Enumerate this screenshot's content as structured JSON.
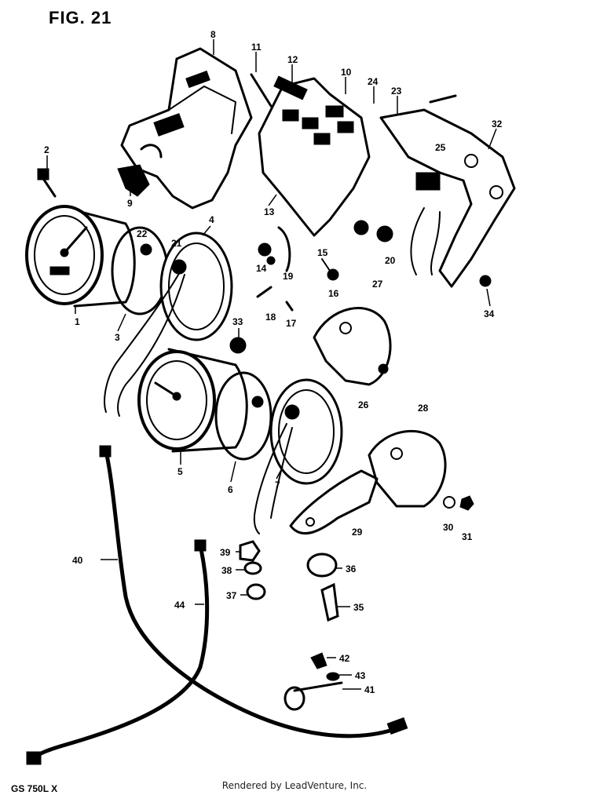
{
  "figure": {
    "title": "FIG. 21",
    "model_code": "GS 750L X",
    "footer": "Rendered by LeadVenture, Inc."
  },
  "callouts": [
    "1",
    "2",
    "3",
    "4",
    "5",
    "6",
    "7",
    "8",
    "9",
    "10",
    "11",
    "12",
    "13",
    "14",
    "15",
    "16",
    "17",
    "18",
    "19",
    "20",
    "21",
    "22",
    "23",
    "24",
    "25",
    "26",
    "27",
    "28",
    "29",
    "30",
    "31",
    "32",
    "33",
    "34",
    "35",
    "36",
    "37",
    "38",
    "39",
    "40",
    "41",
    "42",
    "43",
    "44"
  ]
}
